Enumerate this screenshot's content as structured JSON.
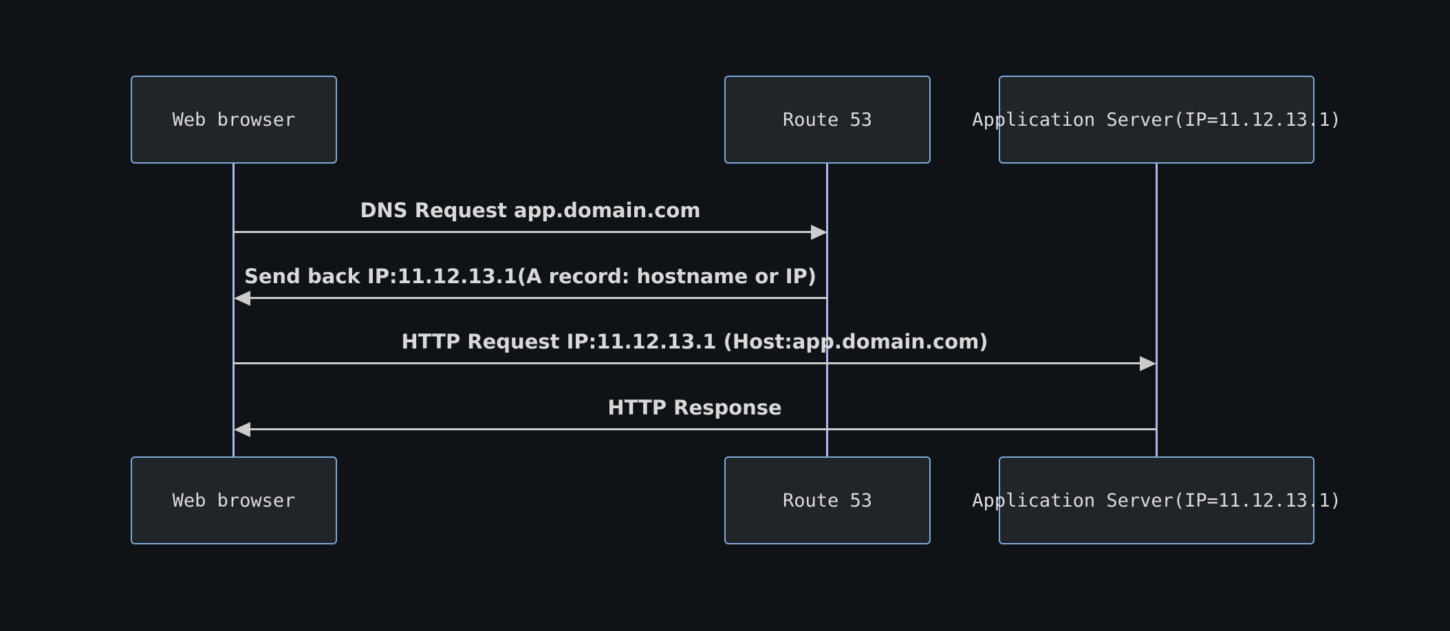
{
  "diagram": {
    "type": "sequence-diagram",
    "actors": [
      {
        "id": "web-browser",
        "label": "Web browser"
      },
      {
        "id": "route53",
        "label": "Route 53"
      },
      {
        "id": "app-server",
        "label": "Application Server(IP=11.12.13.1)"
      }
    ],
    "messages": [
      {
        "from": "web-browser",
        "to": "route53",
        "direction": "right",
        "label": "DNS Request app.domain.com"
      },
      {
        "from": "route53",
        "to": "web-browser",
        "direction": "left",
        "label": "Send back IP:11.12.13.1(A record: hostname or IP)"
      },
      {
        "from": "web-browser",
        "to": "app-server",
        "direction": "right",
        "label": "HTTP Request IP:11.12.13.1 (Host:app.domain.com)"
      },
      {
        "from": "app-server",
        "to": "web-browser",
        "direction": "left",
        "label": "HTTP Response"
      }
    ],
    "colors": {
      "background": "#0f1318",
      "actor_fill": "#212429",
      "actor_border": "#7fa8d8",
      "lifeline": "#a9bce8",
      "arrow": "#cccccc",
      "text": "#d9d9d9"
    }
  }
}
